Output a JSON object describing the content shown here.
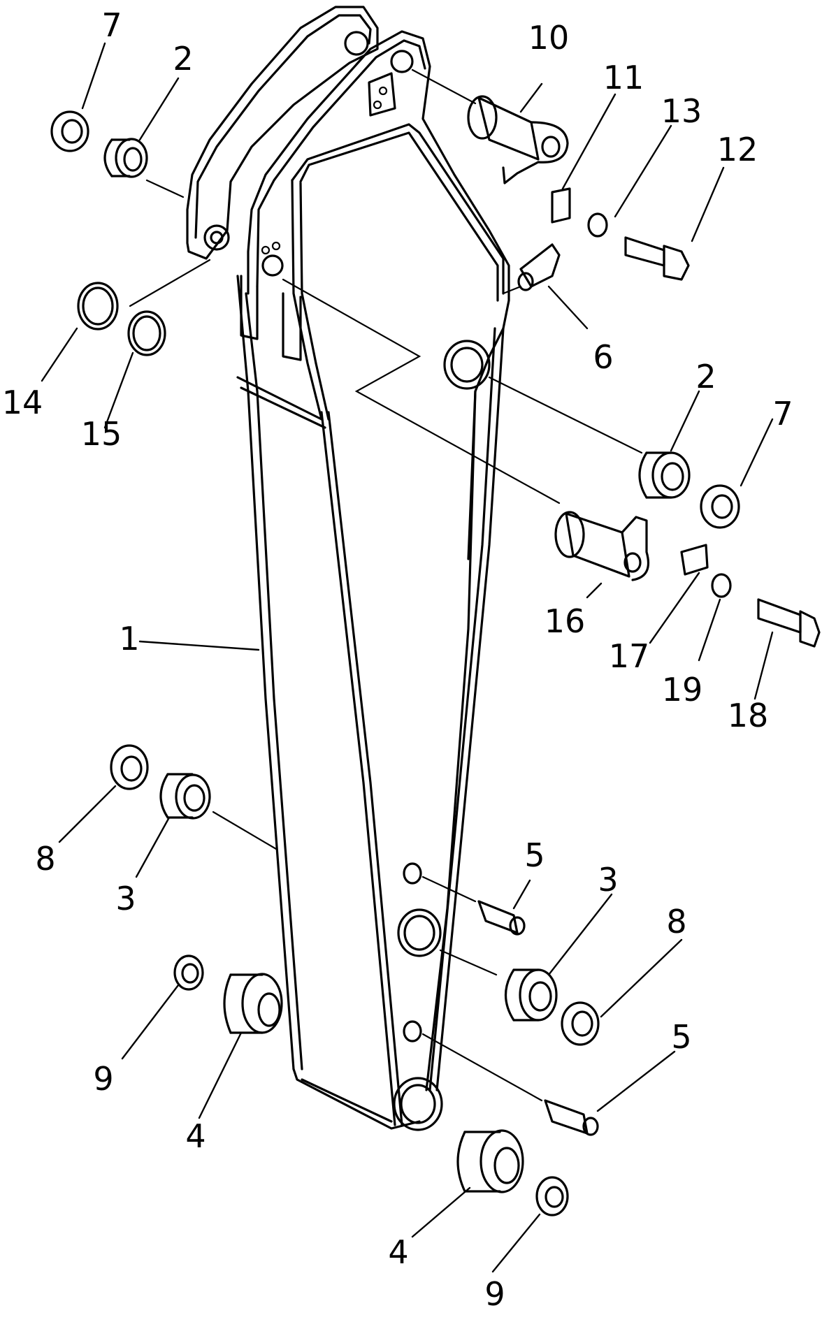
{
  "callouts": {
    "c1": "1",
    "c2a": "2",
    "c2b": "2",
    "c3a": "3",
    "c3b": "3",
    "c4a": "4",
    "c4b": "4",
    "c5a": "5",
    "c5b": "5",
    "c6": "6",
    "c7a": "7",
    "c7b": "7",
    "c8a": "8",
    "c8b": "8",
    "c9a": "9",
    "c9b": "9",
    "c10": "10",
    "c11": "11",
    "c12": "12",
    "c13": "13",
    "c14": "14",
    "c15": "15",
    "c16": "16",
    "c17": "17",
    "c18": "18",
    "c19": "19"
  }
}
